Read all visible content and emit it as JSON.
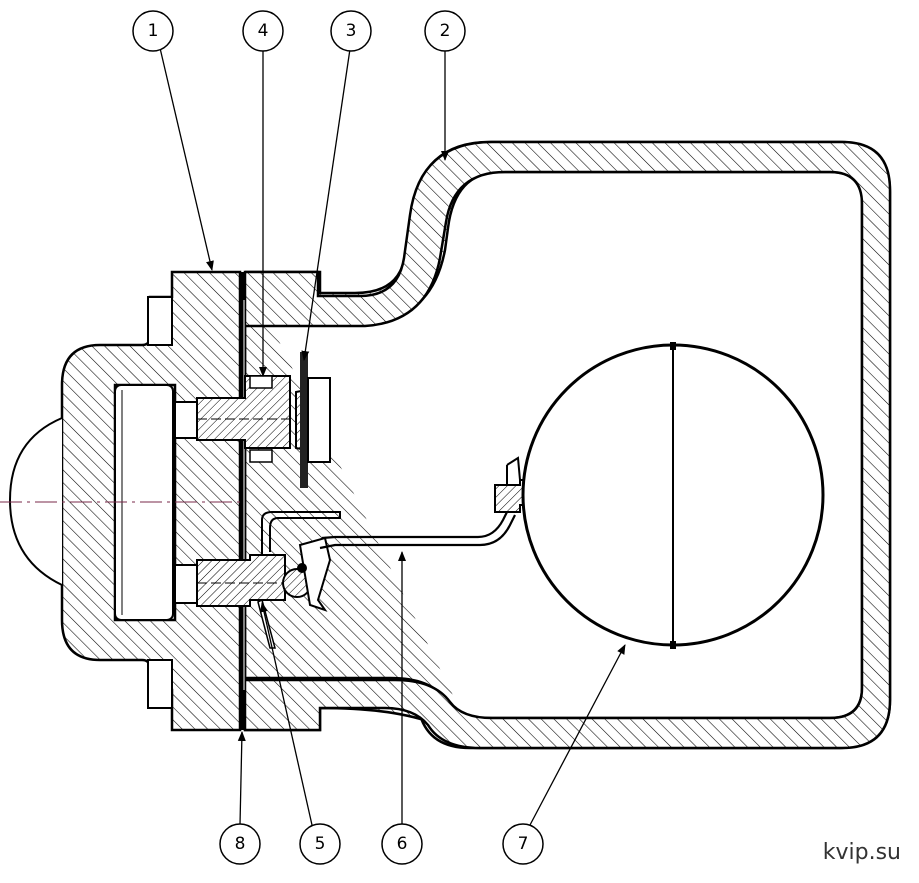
{
  "callouts": [
    {
      "label": "1",
      "part": "body-flange"
    },
    {
      "label": "2",
      "part": "housing"
    },
    {
      "label": "3",
      "part": "valve-plate"
    },
    {
      "label": "4",
      "part": "valve-seat"
    },
    {
      "label": "5",
      "part": "pivot-pin"
    },
    {
      "label": "6",
      "part": "lever-arm"
    },
    {
      "label": "7",
      "part": "float-ball"
    },
    {
      "label": "8",
      "part": "gasket"
    }
  ],
  "watermark": "kvip.su"
}
